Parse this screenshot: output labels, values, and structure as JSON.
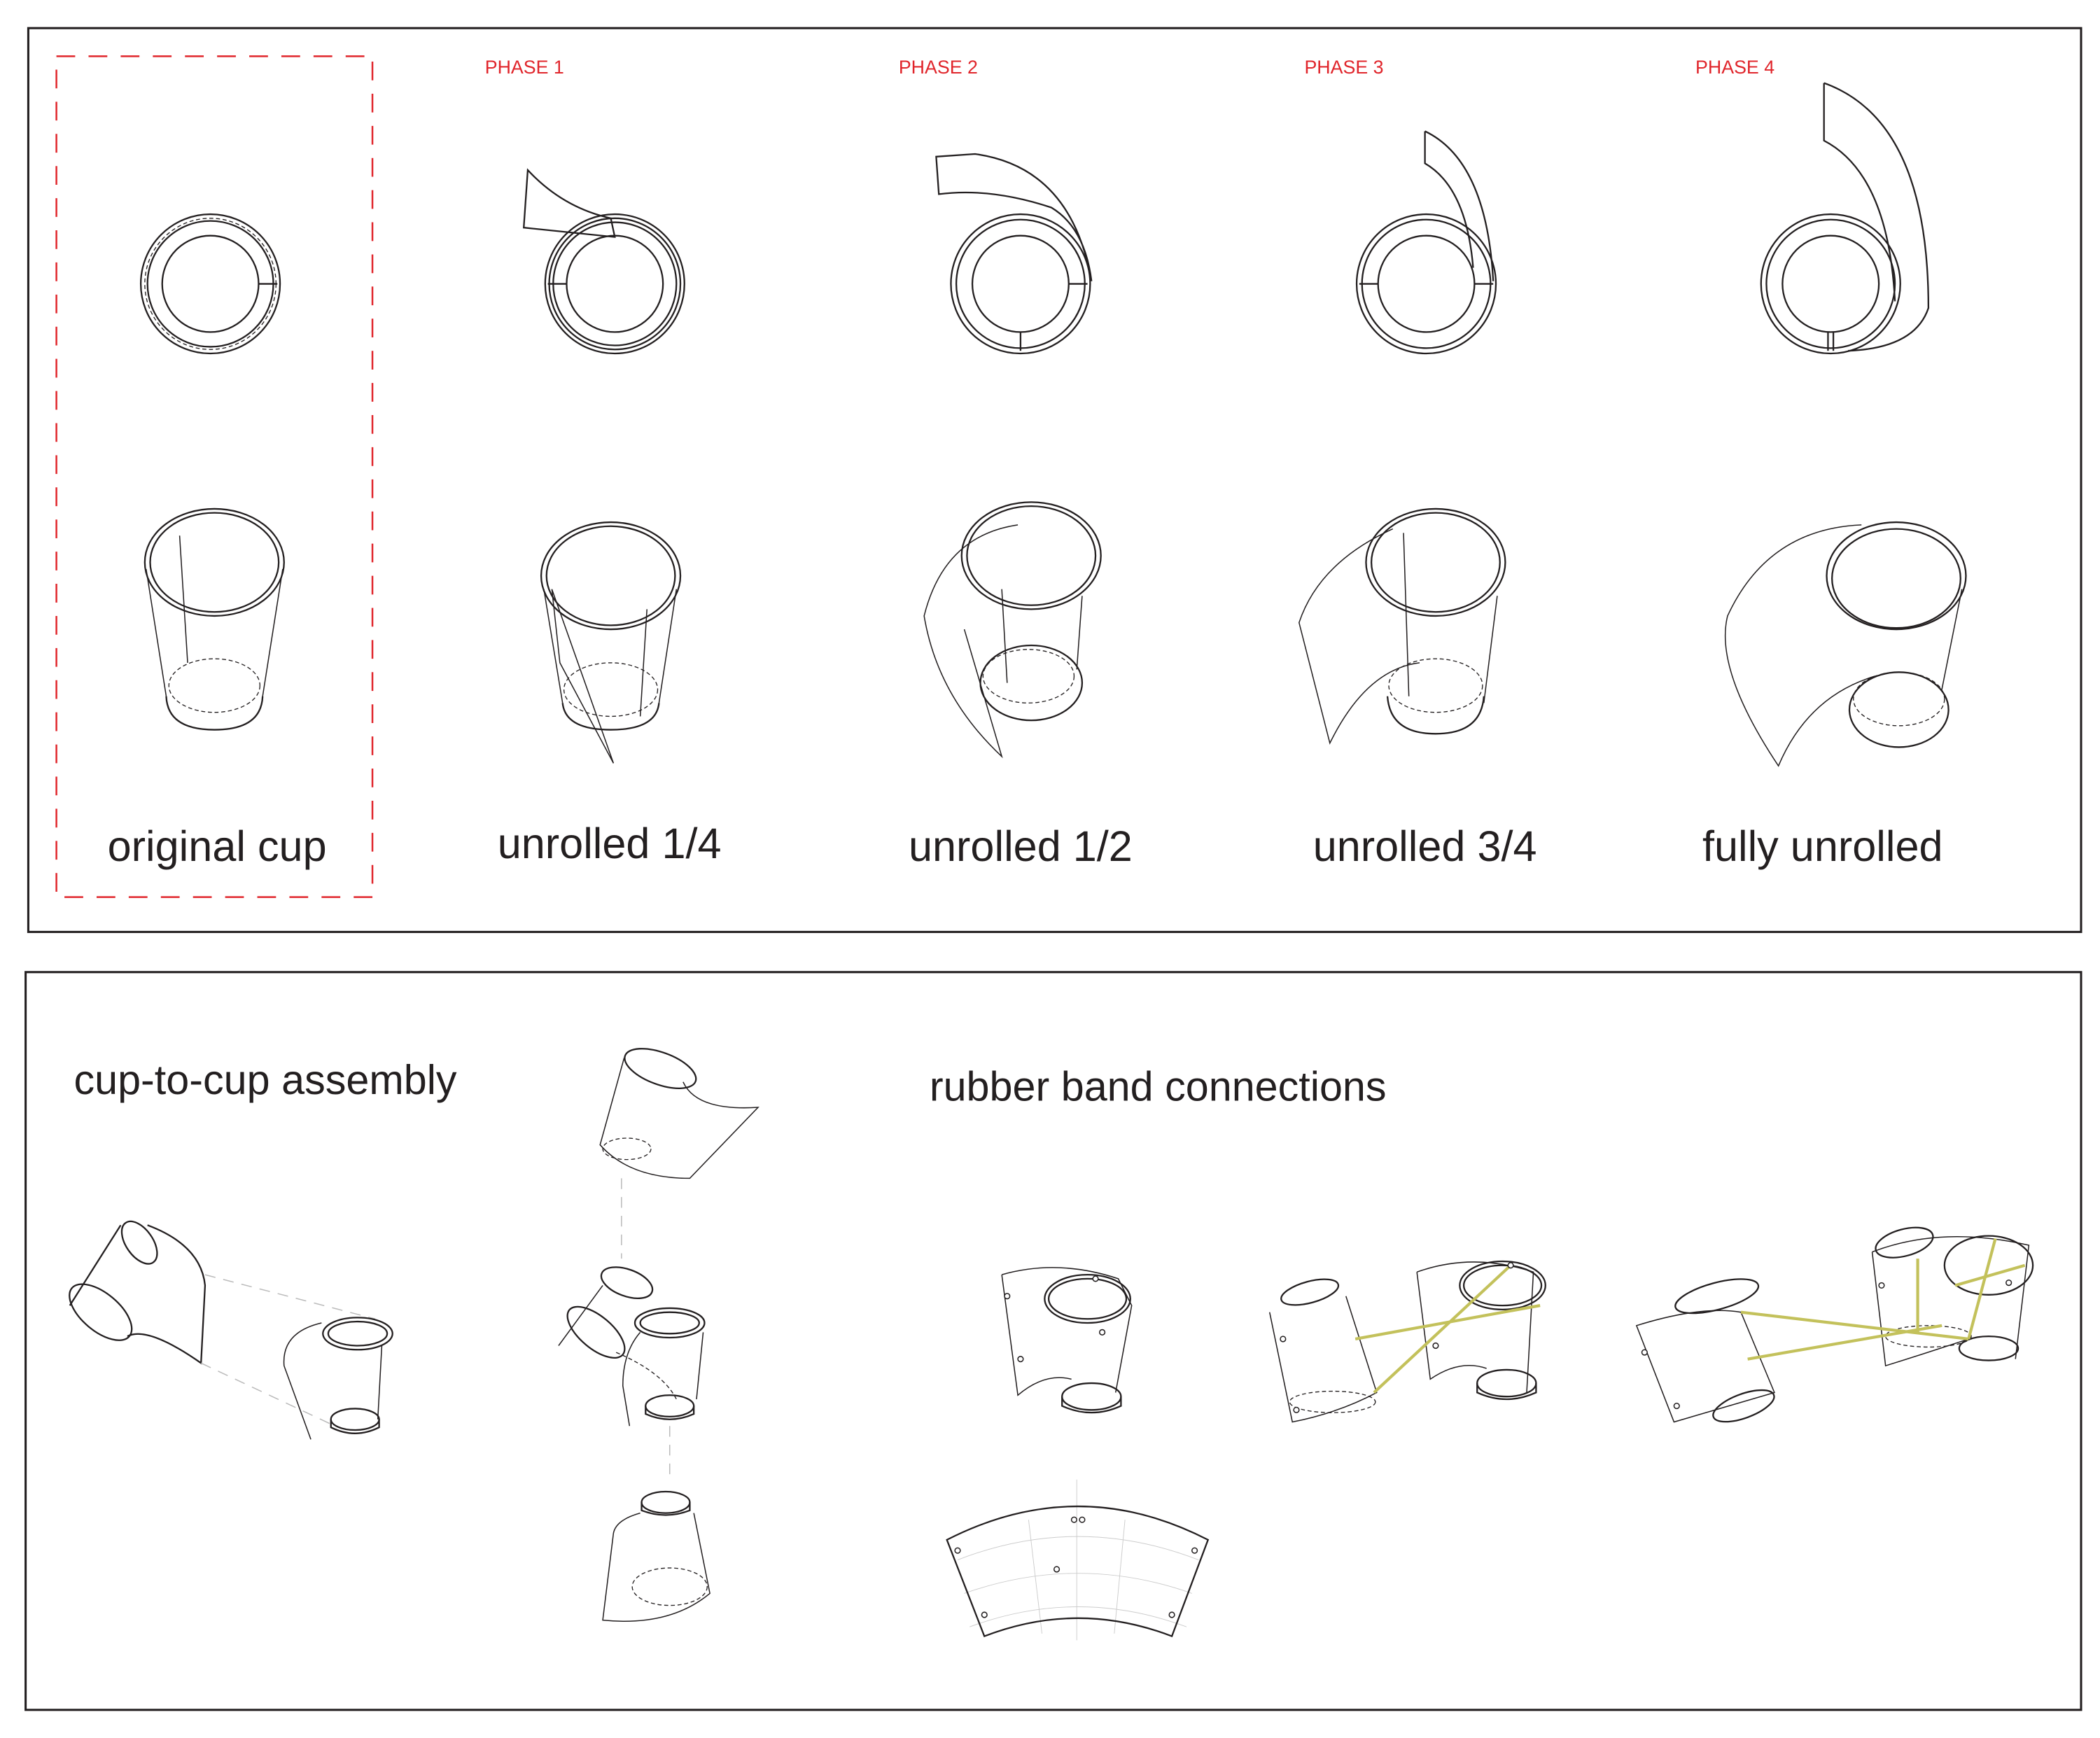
{
  "top_panel": {
    "phases": [
      "PHASE 1",
      "PHASE 2",
      "PHASE 3",
      "PHASE 4"
    ],
    "captions": [
      "original cup",
      "unrolled 1/4",
      "unrolled 1/2",
      "unrolled 3/4",
      "fully unrolled"
    ],
    "highlight_color": "#e0252b"
  },
  "bottom_panel": {
    "assembly_title": "cup-to-cup assembly",
    "connections_title": "rubber band connections",
    "band_color": "#c3c15b"
  }
}
